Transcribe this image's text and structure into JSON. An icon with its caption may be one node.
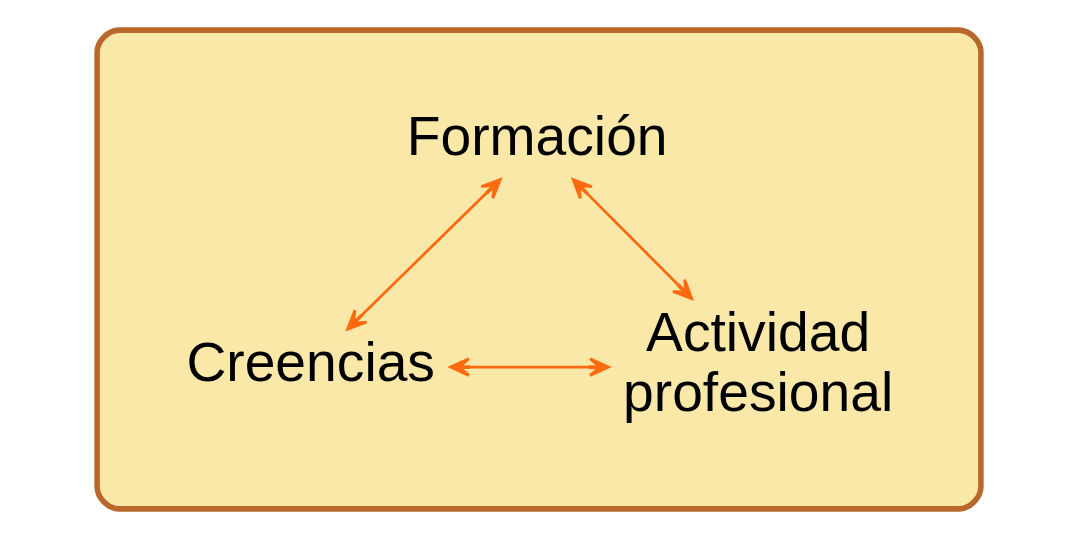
{
  "diagram": {
    "nodes": [
      {
        "text": [],
        "shape": "ellipse"
      },
      {
        "text": [
          "Formación"
        ],
        "in": 0
      },
      {
        "text": [
          "Creencias"
        ],
        "in": 0
      },
      {
        "text": [
          "Actividad profesional"
        ],
        "in": 0
      }
    ],
    "edges": [
      {
        "from": 1,
        "to": 2,
        "arrow": "both"
      },
      {
        "from": 1,
        "to": 3,
        "arrow": "both"
      },
      {
        "from": 2,
        "to": 3,
        "arrow": "both"
      }
    ]
  }
}
